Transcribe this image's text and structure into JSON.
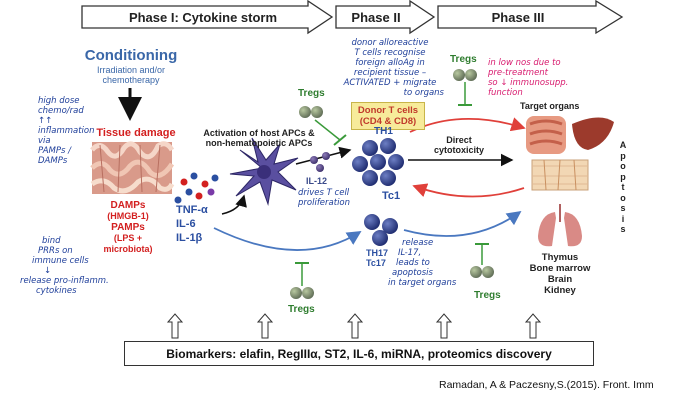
{
  "phases": {
    "phase1": "Phase I: Cytokine storm",
    "phase2": "Phase II",
    "phase3": "Phase III"
  },
  "conditioning": {
    "title": "Conditioning",
    "subtitle_line1": "Irradiation and/or",
    "subtitle_line2": "chemotherapy"
  },
  "left": {
    "tissue_damage": "Tissue damage",
    "damps_line1": "DAMPs",
    "damps_line2": "(HMGB-1)",
    "pamps_line1": "PAMPs",
    "pamps_line2": "(LPS +",
    "pamps_line3": "microbiota)"
  },
  "cytokines": {
    "tnf": "TNF-α",
    "il6": "IL-6",
    "il1b": "IL-1β",
    "il12": "IL-12"
  },
  "activation_text": {
    "line1": "Activation of host APCs &",
    "line2": "non-hematopoietic APCs"
  },
  "donor_box": {
    "line1": "Donor T cells",
    "line2": "(CD4 & CD8)"
  },
  "cells": {
    "th1": "TH1",
    "tc1": "Tc1",
    "th17": "TH17",
    "tc17": "Tc17"
  },
  "cytotoxicity": {
    "line1": "Direct",
    "line2": "cytotoxicity"
  },
  "tregs": "Tregs",
  "target_organs": {
    "title": "Target organs",
    "organs": [
      "Thymus",
      "Bone marrow",
      "Brain",
      "Kidney"
    ],
    "apoptosis": [
      "A",
      "p",
      "o",
      "p",
      "t",
      "o",
      "s",
      "i",
      "s"
    ]
  },
  "biomarkers": "Biomarkers: elafin, RegIIIα, ST2, IL-6, miRNA, proteomics discovery",
  "citation": "Ramadan, A & Paczesny,S.(2015). Front. Imm",
  "annotations": {
    "high_dose": [
      "high dose",
      "chemo/rad",
      "↑↑ inflammation",
      "via",
      "PAMPs /",
      "DAMPs"
    ],
    "bind_prrs": [
      "bind",
      "PRRs on",
      "immune cells",
      "↓",
      "release pro-inflamm.",
      "cytokines"
    ],
    "il12_note": [
      "drives T cell",
      "proliferation"
    ],
    "donor_note": [
      "donor alloreactive",
      "T cells recognise",
      "foreign alloAg in",
      "recipient tissue –",
      "ACTIVATED + migrate",
      "to organs"
    ],
    "th17_note": [
      "release",
      "IL-17,",
      "leads to",
      "apoptosis",
      "in target organs"
    ],
    "low_nos_note": [
      "in low nos due to",
      "pre-treatment",
      "so ↓ immunosupp.",
      "function"
    ]
  },
  "colors": {
    "blue_text": "#3a67a8",
    "handwriting_blue": "#1f3f9a",
    "handwriting_pink": "#d81b6e",
    "red_text": "#d32020",
    "donor_box_fill": "#f7eb9a",
    "treg_green": "#2f7d2f"
  }
}
